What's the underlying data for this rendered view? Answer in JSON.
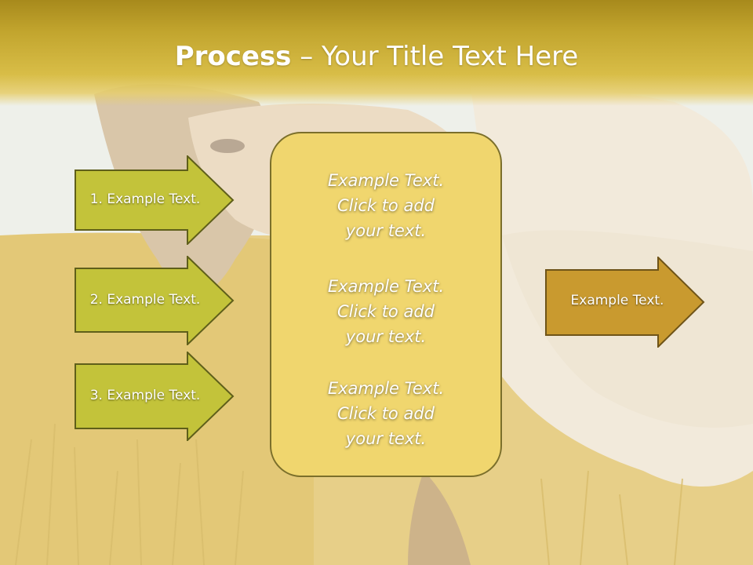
{
  "slide": {
    "title_bold": "Process",
    "title_rest": " – Your Title Text Here",
    "steps": [
      {
        "label": "1. Example Text."
      },
      {
        "label": "2. Example Text."
      },
      {
        "label": "3. Example Text."
      }
    ],
    "center_box": {
      "paragraphs": [
        {
          "line1": "Example Text.",
          "line2": "Click  to add",
          "line3": "your text."
        },
        {
          "line1": "Example Text.",
          "line2": "Click  to add",
          "line3": "your text."
        },
        {
          "line1": "Example Text.",
          "line2": "Click  to add",
          "line3": "your text."
        }
      ]
    },
    "result": {
      "label": "Example Text."
    }
  },
  "colors": {
    "header": "#c2a52e",
    "step_arrow_fill": "#c3c33a",
    "step_arrow_border": "#5f5f1a",
    "center_box_fill": "#f0d66e",
    "result_arrow_fill": "#c99a2f",
    "result_arrow_border": "#6f5418"
  }
}
